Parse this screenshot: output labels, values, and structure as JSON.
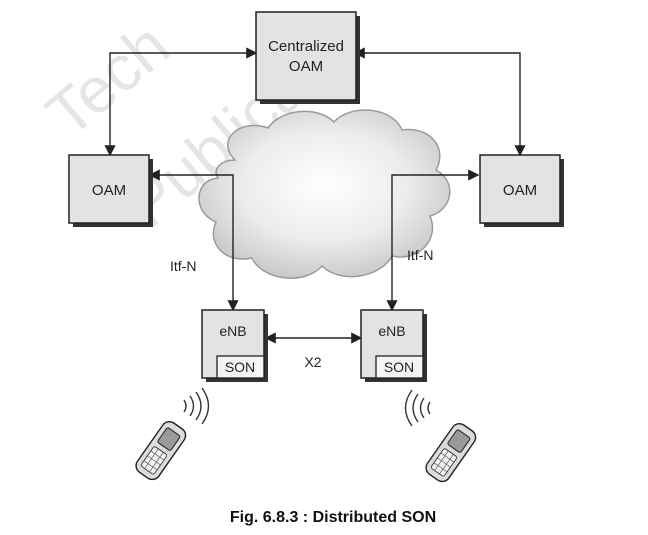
{
  "watermark": {
    "line1": "Tech",
    "line2": "Publicat"
  },
  "nodes": {
    "central_oam": {
      "line1": "Centralized",
      "line2": "OAM"
    },
    "oam_left": {
      "label": "OAM"
    },
    "oam_right": {
      "label": "OAM"
    },
    "enb_left": {
      "label": "eNB",
      "son": "SON"
    },
    "enb_right": {
      "label": "eNB",
      "son": "SON"
    }
  },
  "links": {
    "itf_left": "Itf-N",
    "itf_right": "Itf-N",
    "x2": "X2"
  },
  "caption": "Fig. 6.8.3 : Distributed SON",
  "colors": {
    "box_fill": "#e3e3e3",
    "box_shadow": "#333333",
    "line": "#222222",
    "cloud_center": "#ffffff",
    "cloud_edge": "#c9c9c9"
  }
}
